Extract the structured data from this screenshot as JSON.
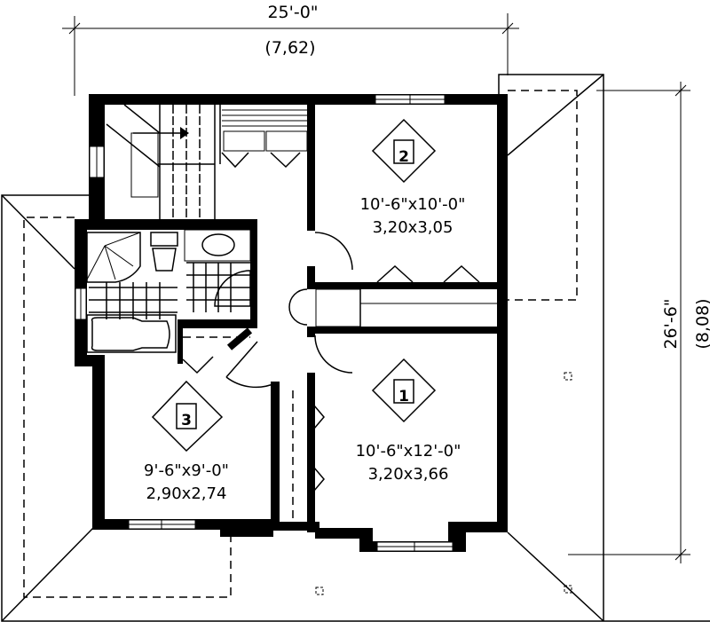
{
  "dimensions": {
    "width_imperial": "25'-0\"",
    "width_metric": "(7,62)",
    "depth_imperial": "26'-6\"",
    "depth_metric": "(8,08)"
  },
  "rooms": [
    {
      "number": "2",
      "size_imperial": "10'-6\"x10'-0\"",
      "size_metric": "3,20x3,05"
    },
    {
      "number": "1",
      "size_imperial": "10'-6\"x12'-0\"",
      "size_metric": "3,20x3,66"
    },
    {
      "number": "3",
      "size_imperial": "9'-6\"x9'-0\"",
      "size_metric": "2,90x2,74"
    }
  ],
  "colors": {
    "line": "#000000",
    "background": "#ffffff"
  }
}
